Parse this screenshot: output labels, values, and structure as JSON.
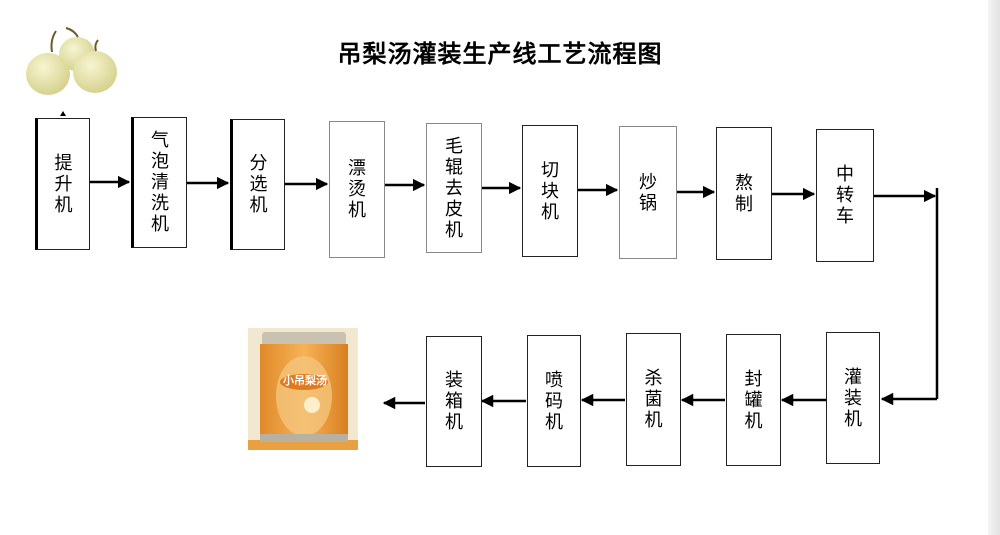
{
  "title": "吊梨汤灌装生产线工艺流程图",
  "row1": [
    {
      "label": "提升机"
    },
    {
      "label": "气泡清洗机"
    },
    {
      "label": "分选机"
    },
    {
      "label": "漂烫机"
    },
    {
      "label": "毛辊去皮机"
    },
    {
      "label": "切块机"
    },
    {
      "label": "炒锅"
    },
    {
      "label": "熬制"
    },
    {
      "label": "中转车"
    }
  ],
  "row2": [
    {
      "label": "灌装机"
    },
    {
      "label": "封罐机"
    },
    {
      "label": "杀菌机"
    },
    {
      "label": "喷码机"
    },
    {
      "label": "装箱机"
    }
  ],
  "can_label": "小吊梨汤",
  "colors": {
    "can_orange": "#f0a040",
    "pear": "#e8e6b0"
  }
}
